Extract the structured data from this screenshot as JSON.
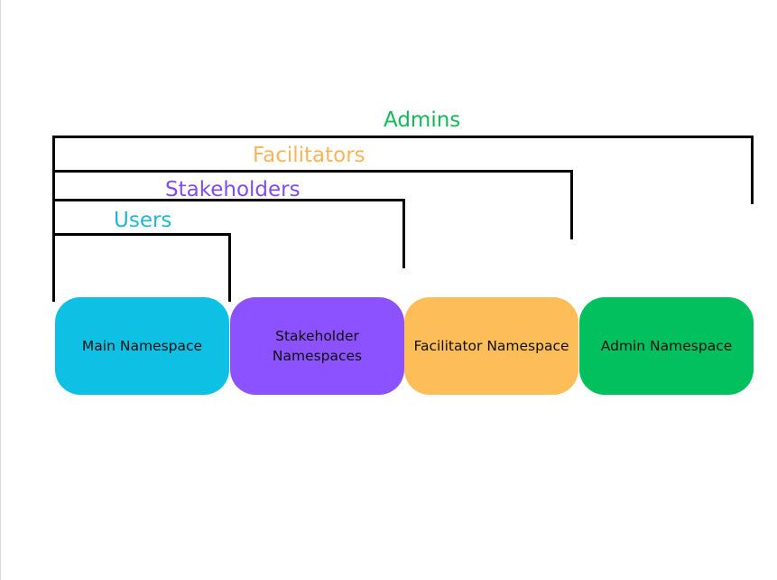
{
  "groups": {
    "admins": {
      "label": "Admins",
      "color": "#16b85a"
    },
    "facilitators": {
      "label": "Facilitators",
      "color": "#f9b45a"
    },
    "stakeholders": {
      "label": "Stakeholders",
      "color": "#7e4cf6"
    },
    "users": {
      "label": "Users",
      "color": "#23b6d4"
    }
  },
  "namespaces": [
    {
      "label": "Main Namespace",
      "color": "#0ec0e3"
    },
    {
      "label": "Stakeholder Namespaces",
      "color": "#8c52ff"
    },
    {
      "label": "Facilitator Namespace",
      "color": "#fdbd59"
    },
    {
      "label": "Admin Namespace",
      "color": "#02c05e"
    }
  ],
  "line_color": "#000000"
}
